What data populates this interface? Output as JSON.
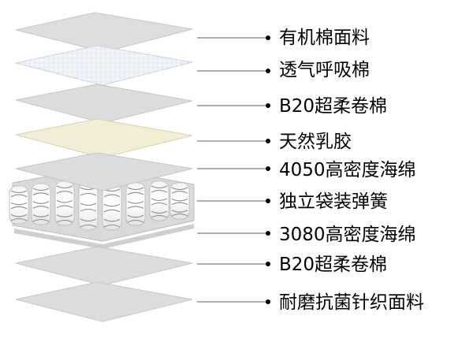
{
  "colors": {
    "layer_gray": "#dcdcdc",
    "layer_white_cotton": "#eef2f6",
    "layer_latex": "#f2eed6",
    "spring_base": "#d6d6d6",
    "leader_line": "#7f7f7f",
    "dot": "#000000"
  },
  "layers": [
    {
      "name": "有机棉面料",
      "icon": "organic-cotton-fabric-layer"
    },
    {
      "name": "透气呼吸棉",
      "icon": "breathable-cotton-layer"
    },
    {
      "name": "B20超柔卷棉",
      "icon": "b20-soft-roll-cotton-layer"
    },
    {
      "name": "天然乳胶",
      "icon": "natural-latex-layer"
    },
    {
      "name": "4050高密度海绵",
      "icon": "high-density-sponge-4050-layer"
    },
    {
      "name": "独立袋装弹簧",
      "icon": "pocket-spring-layer"
    },
    {
      "name": "3080高密度海绵",
      "icon": "high-density-sponge-3080-layer"
    },
    {
      "name": "B20超柔卷棉",
      "icon": "b20-soft-roll-cotton-bottom-layer"
    },
    {
      "name": "耐磨抗菌针织面料",
      "icon": "wear-resistant-knit-fabric-layer"
    }
  ]
}
